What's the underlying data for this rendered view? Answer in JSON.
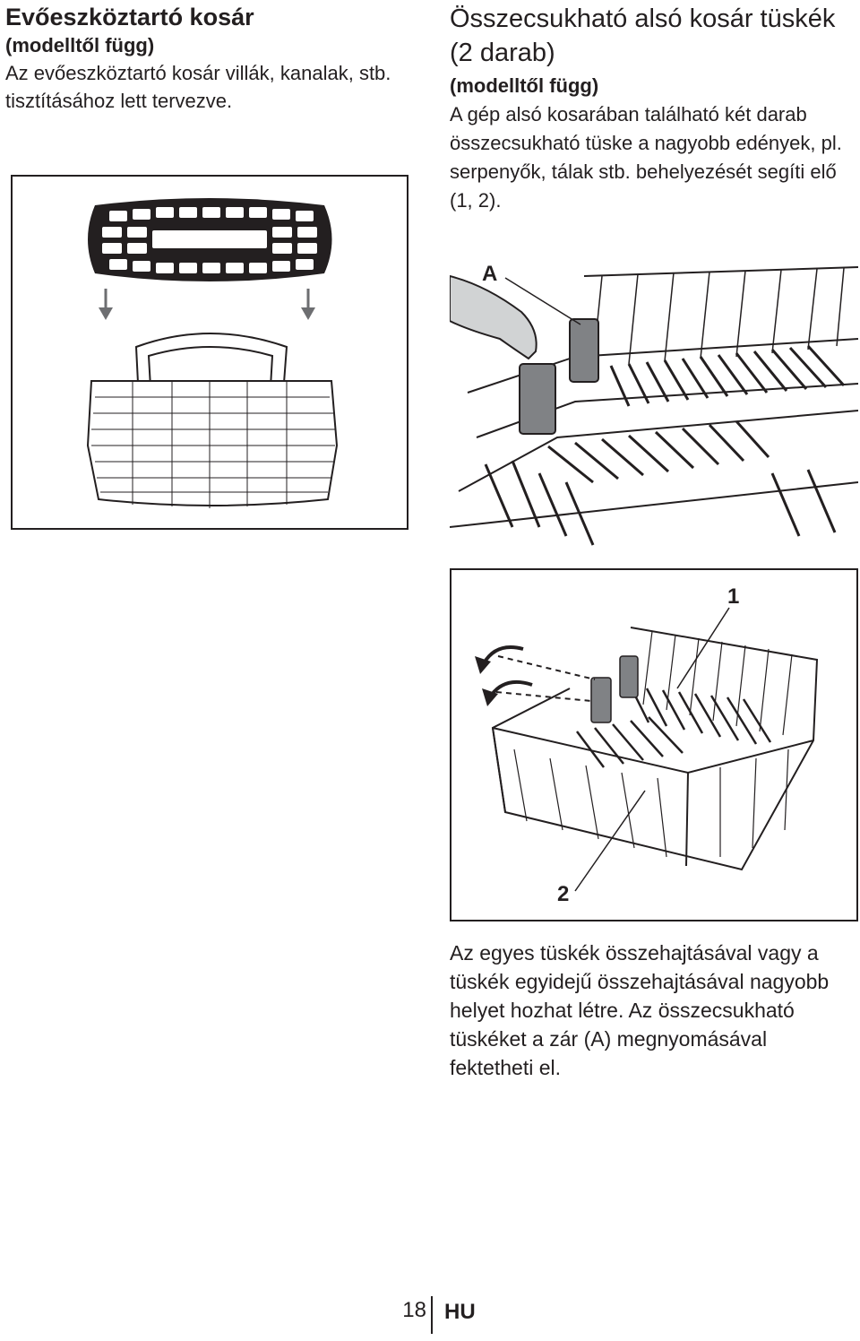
{
  "left": {
    "title": "Evőeszköztartó kosár",
    "subtitle": "(modelltől függ)",
    "body": "Az evőeszköztartó kosár villák, kanalak, stb. tisztításához lett tervezve."
  },
  "right": {
    "title": "Összecsukható alsó kosár tüskék (2 darab)",
    "subtitle": "(modelltől függ)",
    "body": "A gép alsó kosarában található két darab összecsukható tüske a nagyobb edények, pl. serpenyők, tálak stb. behelyezését segíti elő (1, 2).",
    "fig_a_label": "A",
    "fig_b_label_1": "1",
    "fig_b_label_2": "2",
    "bottom": "Az egyes tüskék összehajtásával vagy a tüskék egyidejű összehajtásával nagyobb helyet hozhat létre. Az összecsukható tüskéket a zár (A) megnyomásával fektetheti el."
  },
  "footer": {
    "page": "18",
    "lang": "HU"
  }
}
